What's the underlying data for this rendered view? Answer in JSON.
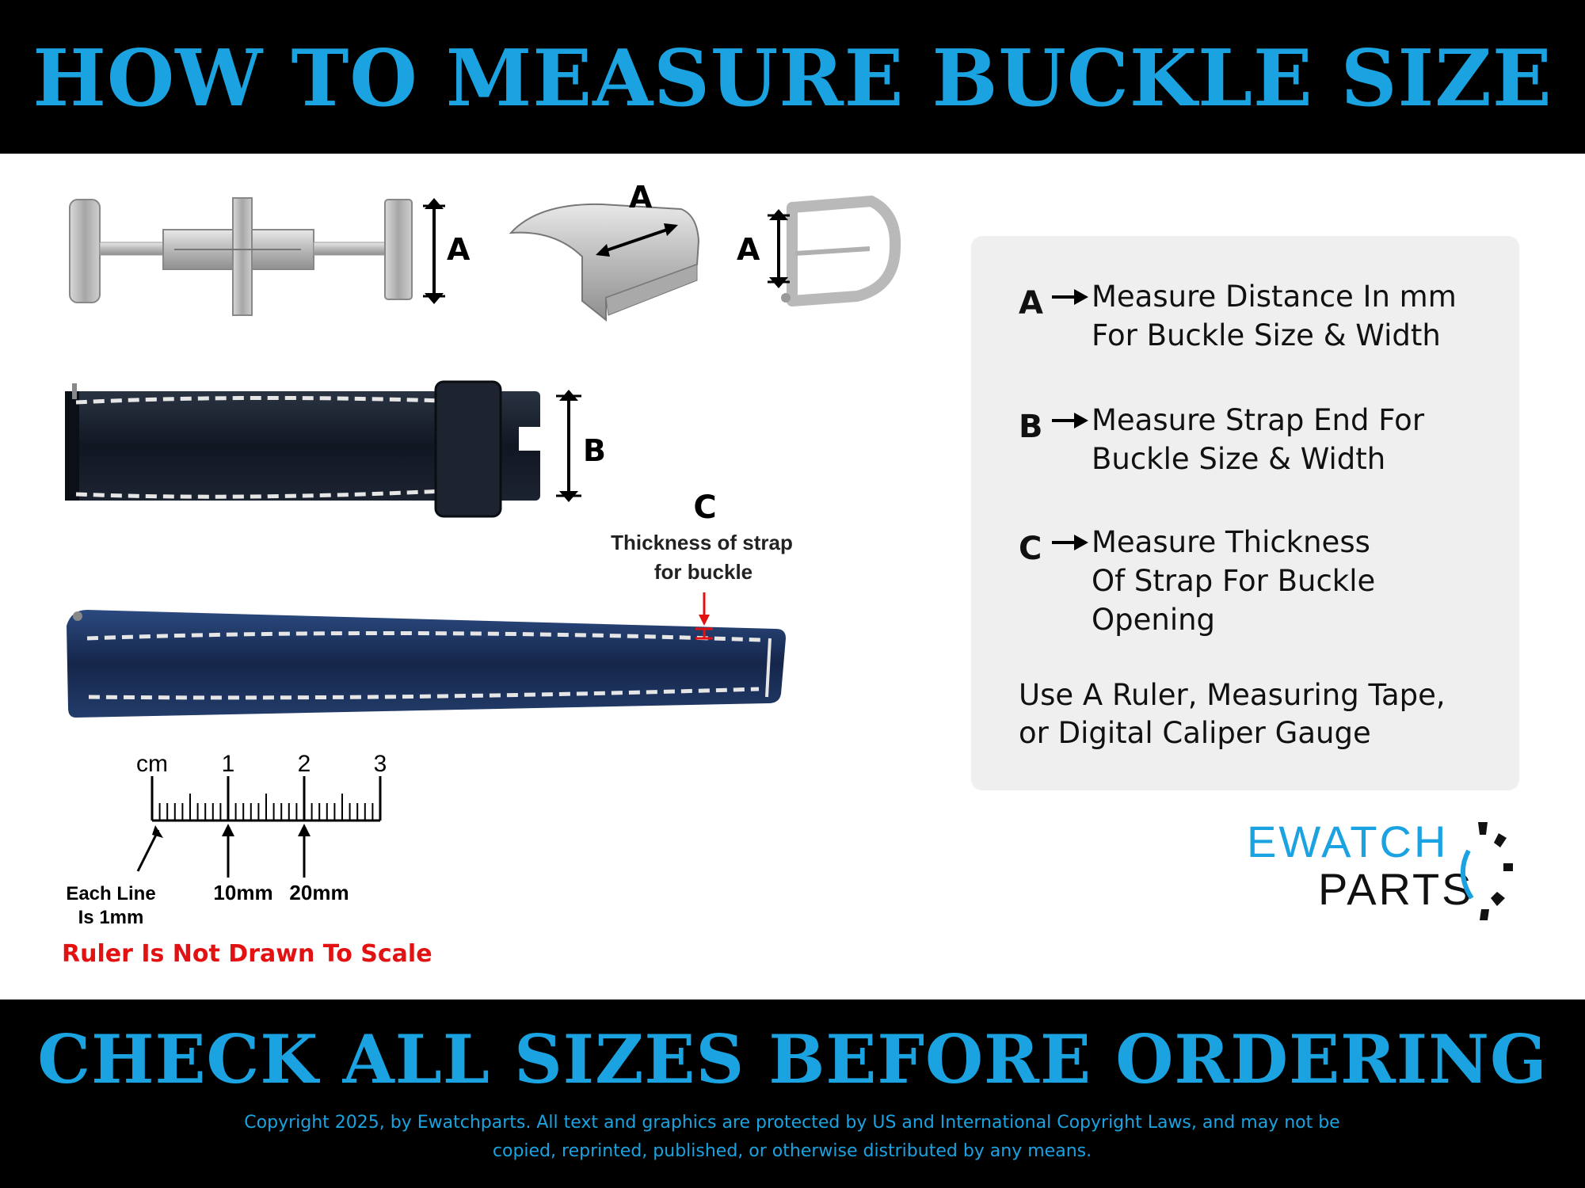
{
  "header": {
    "title": "HOW TO MEASURE BUCKLE SIZE"
  },
  "footer": {
    "title": "CHECK ALL SIZES BEFORE ORDERING",
    "copyright_line1": "Copyright 2025, by Ewatchparts. All text and graphics are protected by US and International Copyright Laws, and may not be",
    "copyright_line2": "copied, reprinted, published, or otherwise distributed by any means."
  },
  "diagram": {
    "buckle_labels": {
      "deployant": "A",
      "folding": "A",
      "tang": "A"
    },
    "strap_end_label": "B",
    "thickness": {
      "letter": "C",
      "line1": "Thickness of strap",
      "line2": "for buckle"
    },
    "ruler": {
      "unit": "cm",
      "ticks": [
        "1",
        "2",
        "3"
      ],
      "each_line_1": "Each Line",
      "each_line_2": "Is 1mm",
      "mark_10": "10mm",
      "mark_20": "20mm",
      "note": "Ruler Is Not Drawn To Scale"
    }
  },
  "info": {
    "items": [
      {
        "letter": "A",
        "line1": "Measure Distance In mm",
        "line2": "For Buckle Size & Width"
      },
      {
        "letter": "B",
        "line1": "Measure Strap End For",
        "line2": "Buckle Size & Width"
      },
      {
        "letter": "C",
        "line1": "Measure Thickness",
        "line2": "Of Strap For Buckle",
        "line3": "Opening"
      }
    ],
    "tools_line1": "Use A Ruler, Measuring Tape,",
    "tools_line2": "or Digital Caliper Gauge"
  },
  "logo": {
    "part1": "EWATCH",
    "part2": "PARTS"
  },
  "colors": {
    "accent_blue": "#1aa3e0",
    "warning_red": "#e31212",
    "band_black": "#000000",
    "panel_gray": "#efefef"
  }
}
